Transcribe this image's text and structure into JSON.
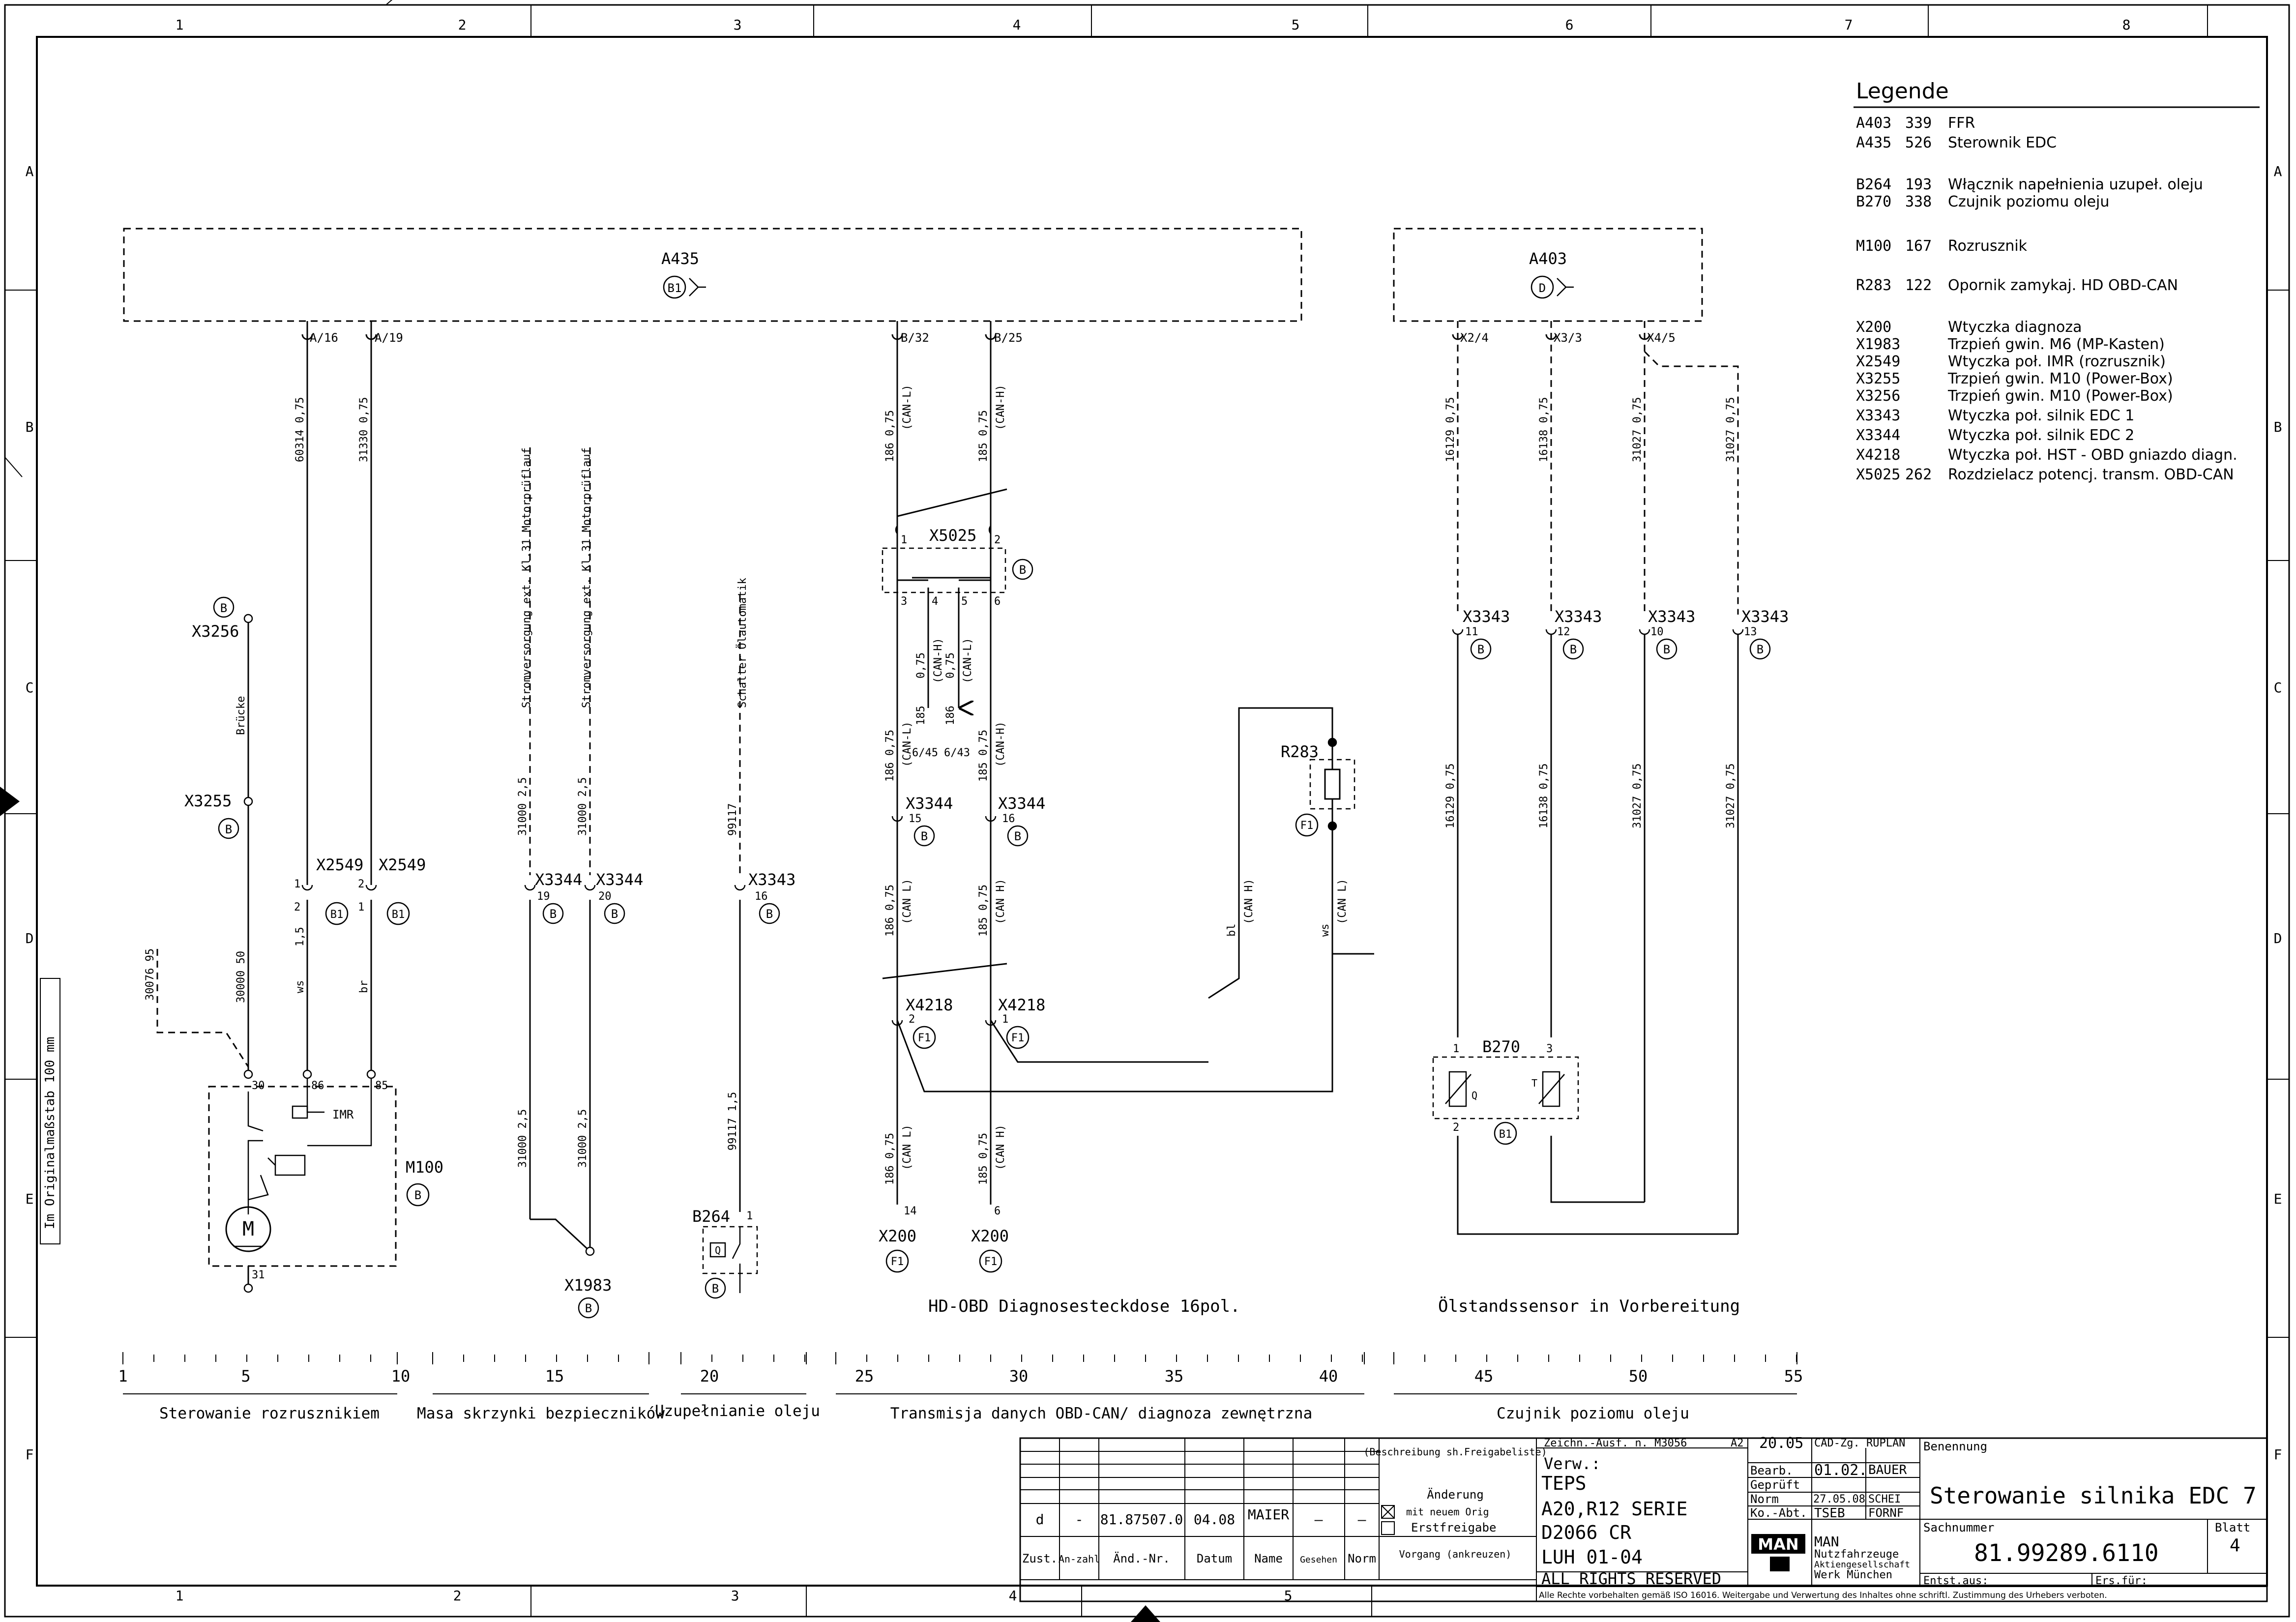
{
  "zones": {
    "columns": [
      "1",
      "2",
      "3",
      "4",
      "5",
      "6",
      "7",
      "8"
    ],
    "rows": [
      "A",
      "B",
      "C",
      "D",
      "E",
      "F"
    ]
  },
  "side_text": "Im Originalmaßstab 100 mm",
  "legend": {
    "title": "Legende",
    "entries": [
      {
        "code": "A403",
        "num": "339",
        "desc": "FFR"
      },
      {
        "code": "A435",
        "num": "526",
        "desc": "Sterownik EDC"
      },
      {
        "code": "B264",
        "num": "193",
        "desc": "Włącznik napełnienia uzupeł. oleju"
      },
      {
        "code": "B270",
        "num": "338",
        "desc": "Czujnik poziomu oleju"
      },
      {
        "code": "M100",
        "num": "167",
        "desc": "Rozrusznik"
      },
      {
        "code": "R283",
        "num": "122",
        "desc": "Opornik zamykaj.  HD OBD-CAN"
      },
      {
        "code": "X200",
        "num": "",
        "desc": "Wtyczka diagnoza"
      },
      {
        "code": "X1983",
        "num": "",
        "desc": "Trzpień gwin. M6 (MP-Kasten)"
      },
      {
        "code": "X2549",
        "num": "",
        "desc": "Wtyczka poł. IMR (rozrusznik)"
      },
      {
        "code": "X3255",
        "num": "",
        "desc": "Trzpień gwin. M10 (Power-Box)"
      },
      {
        "code": "X3256",
        "num": "",
        "desc": "Trzpień gwin. M10 (Power-Box)"
      },
      {
        "code": "X3343",
        "num": "",
        "desc": "Wtyczka poł. silnik EDC 1"
      },
      {
        "code": "X3344",
        "num": "",
        "desc": "Wtyczka poł. silnik EDC 2"
      },
      {
        "code": "X4218",
        "num": "",
        "desc": "Wtyczka poł. HST - OBD gniazdo diagn."
      },
      {
        "code": "X5025",
        "num": "262",
        "desc": "Rozdzielacz potencj. transm. OBD-CAN"
      }
    ]
  },
  "diagram": {
    "units": {
      "a435": {
        "label": "A435",
        "badge": "B1"
      },
      "a403": {
        "label": "A403",
        "badge": "D"
      }
    },
    "a435_pins": [
      "A/16",
      "A/19",
      "B/32",
      "B/25"
    ],
    "a403_pins": [
      "X2/4",
      "X3/3",
      "X4/5"
    ],
    "wires": {
      "w60314": "60314  0,75",
      "w31330": "31330  0,75",
      "can_l_186": "186  0,75",
      "can_h_185": "185  0,75",
      "can_l_tag": "(CAN-L)",
      "can_h_tag": "(CAN-H)",
      "can_l_sp": "(CAN L)",
      "can_h_sp": "(CAN H)",
      "w16129": "16129  0,75",
      "w16138": "16138  0,75",
      "w31027": "31027  0,75",
      "w30000": "30000  50",
      "w30076": "30076  95",
      "ws": "ws",
      "br": "br",
      "bl": "bl",
      "x15": "1,5",
      "w31000": "31000  2,5",
      "w99117_075": "99117",
      "w99117_15": "99117  1,5",
      "bruecke": "Brücke",
      "strom1": "Stromversorgung ext. Kl.31 Motorprüflauf",
      "strom2": "Stromversorgung ext. Kl.31 Motorprüflauf",
      "schalter": "Schalter Ölautomatik",
      "w075": "0,75",
      "w185": "185",
      "w186": "186"
    },
    "components": {
      "x3256": "X3256",
      "x3255": "X3255",
      "x2549": "X2549",
      "m100": "M100",
      "imr": "IMR",
      "m": "M",
      "x3344": "X3344",
      "x3343": "X3343",
      "x1983": "X1983",
      "b264": "B264",
      "q": "Q",
      "x5025": "X5025",
      "x4218": "X4218",
      "x200": "X200",
      "r283": "R283",
      "b270": "B270",
      "t": "T",
      "b": "B",
      "b1": "B1",
      "f1": "F1",
      "d": "D"
    },
    "pins": {
      "p1": "1",
      "p2": "2",
      "p3": "3",
      "p4": "4",
      "p5": "5",
      "p6": "6",
      "p10": "10",
      "p11": "11",
      "p12": "12",
      "p13": "13",
      "p14": "14",
      "p15": "15",
      "p16": "16",
      "p19": "19",
      "p20": "20",
      "p30": "30",
      "p31": "31",
      "p85": "85",
      "p86": "86",
      "p6_45": "6/45",
      "p6_43": "6/43"
    },
    "captions": {
      "hd_obd": "HD-OBD Diagnosesteckdose 16pol.",
      "oelstand": "Ölstandssensor in Vorbereitung"
    }
  },
  "path_scale": {
    "ticks": [
      "1",
      "5",
      "10",
      "15",
      "20",
      "25",
      "30",
      "35",
      "40",
      "45",
      "50",
      "55"
    ],
    "sections": [
      "Sterowanie rozrusznikiem",
      "Masa skrzynki bezpieczników",
      "Uzupełnianie oleju",
      "Transmisja danych OBD-CAN/ diagnoza zewnętrzna",
      "Czujnik poziomu oleju"
    ]
  },
  "title_block": {
    "change_row": {
      "zust": "d",
      "anzahl": "-",
      "aend_nr": "81.87507.0",
      "datum": "04.08",
      "name": "MAIER",
      "gesehen": "—",
      "norm": "—"
    },
    "headers": {
      "zust": "Zust.",
      "anzahl": "An-zahl",
      "aend_nr": "Änd.-Nr.",
      "datum": "Datum",
      "name": "Name",
      "gesehen": "Gesehen",
      "norm": "Norm",
      "vorgang": "Vorgang (ankreuzen)"
    },
    "beschreibung": "(Beschreibung sh.Freigabeliste)",
    "aenderung": "Änderung",
    "mit_neuem": "mit neuem Orig",
    "erstfreigabe": "Erstfreigabe",
    "zeichn": "Zeichn.-Ausf. n. M3056",
    "a2": "A2",
    "verw_label": "Verw.:",
    "verw": [
      "TEPS",
      "A20,R12 SERIE",
      "D2066 CR",
      "LUH 01-04"
    ],
    "rights": "ALL RIGHTS RESERVED",
    "rights_note": "Alle Rechte vorbehalten gemäß ISO 16016. Weitergabe und Verwertung des Inhaltes ohne schriftl. Zustimmung des Urhebers verboten.",
    "year": "20.05",
    "cad": "CAD-Zg. RUPLAN",
    "bearb_label": "Bearb.",
    "bearb_date": "01.02.",
    "bearb_name": "BAUER",
    "geprueft_label": "Geprüft",
    "norm_label": "Norm",
    "norm_date": "27.05.08",
    "norm_name": "SCHEI",
    "koabt_label": "Ko.-Abt.",
    "koabt_val": "TSEB",
    "koabt_name": "FORNF",
    "company": [
      "MAN",
      "Nutzfahrzeuge",
      "Aktiengesellschaft",
      "Werk München"
    ],
    "logo": "MAN",
    "entst_label": "Entst.aus:",
    "ers_label": "Ers.für:",
    "benennung_label": "Benennung",
    "benennung": "Sterowanie silnika EDC 7",
    "sachnummer_label": "Sachnummer",
    "sachnummer": "81.99289.6110",
    "blatt_label": "Blatt",
    "blatt": "4"
  }
}
